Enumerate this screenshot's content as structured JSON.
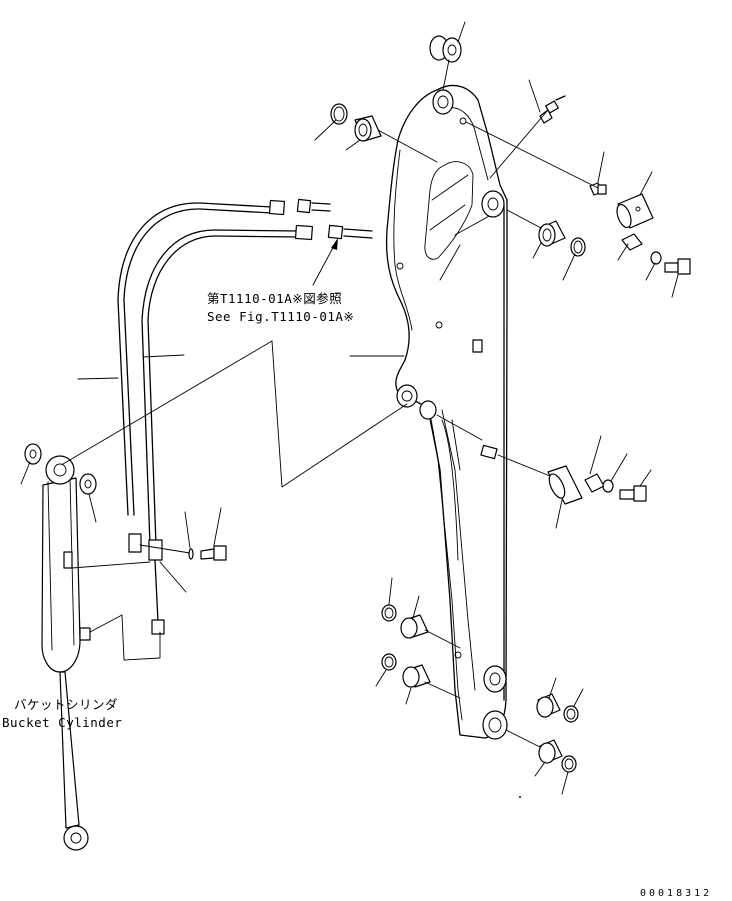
{
  "figure": {
    "reference_note": {
      "japanese": "第T1110-01A※図参照",
      "english": "See Fig.T1110-01A※"
    },
    "cylinder_label": {
      "japanese": "バケットシリンダ",
      "english": "Bucket Cylinder"
    },
    "document_id": "00018312"
  }
}
